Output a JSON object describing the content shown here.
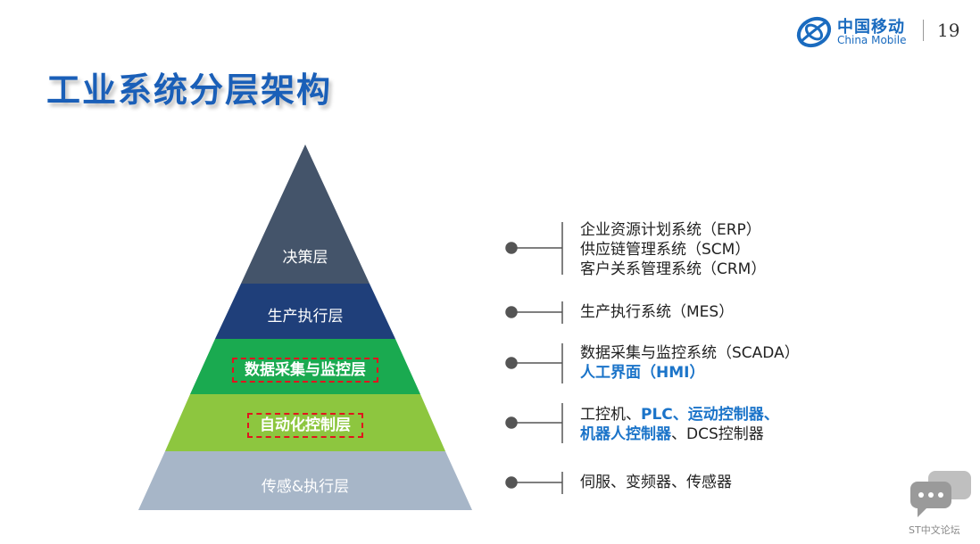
{
  "title": "工业系统分层架构",
  "brand": {
    "cn": "中国移动",
    "en": "China Mobile"
  },
  "page_number": "19",
  "layers": [
    {
      "label": "决策层"
    },
    {
      "label": "生产执行层"
    },
    {
      "label": "数据采集与监控层"
    },
    {
      "label": "自动化控制层"
    },
    {
      "label": "传感&执行层"
    }
  ],
  "colors": {
    "layer1": "#44546a",
    "layer2": "#1f3f7a",
    "layer3": "#1aaa50",
    "layer4": "#8dc63f",
    "layer5": "#a7b6c8",
    "accent_blue": "#1b74c9"
  },
  "descriptions": {
    "d1": [
      "企业资源计划系统（ERP）",
      "供应链管理系统（SCM）",
      "客户关系管理系统（CRM）"
    ],
    "d2": [
      "生产执行系统（MES）"
    ],
    "d3": {
      "line1": "数据采集与监控系统（SCADA）",
      "line2": "人工界面（HMI）"
    },
    "d4": {
      "a": "工控机、",
      "b": "PLC、运动控制器、",
      "c": "机器人控制器",
      "d": "、DCS控制器"
    },
    "d5": [
      "伺服、变频器、传感器"
    ]
  },
  "watermark": "ST中文论坛"
}
